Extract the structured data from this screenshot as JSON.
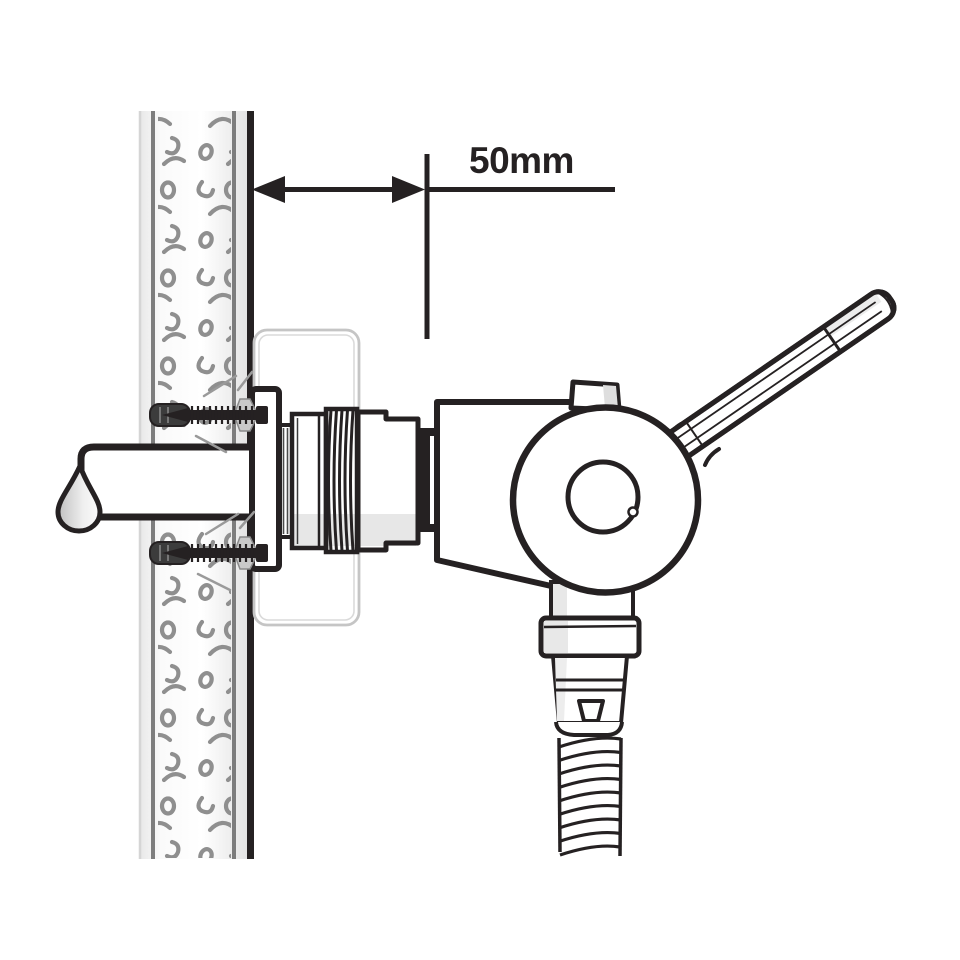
{
  "figure": {
    "type": "installation-diagram",
    "subject": "shower-mixer-valve-wall-mounting",
    "dimension_label": "50mm"
  },
  "colors": {
    "background": "#ffffff",
    "outline": "#252122",
    "wall_texture": "#8f8f8f",
    "wall_shade": "#e0e0e0",
    "component_shade": "#e7e7e7",
    "wall_plug": "#3c3c3c",
    "washer": "#c9c9c9",
    "backplate_outline": "#c5c5c5",
    "crack_lines": "#9a9a9a"
  },
  "parts": [
    "wall",
    "wall-texture",
    "fixing-screw-top",
    "fixing-screw-bottom",
    "wall-plug-top",
    "wall-plug-bottom",
    "supply-pipe",
    "water-drop",
    "recess-backplate",
    "wall-flange",
    "knurled-ring",
    "connector-body",
    "threaded-section",
    "adapter-nut",
    "union-ring",
    "valve-body",
    "valve-face",
    "control-spindle",
    "top-port",
    "lever-handle",
    "outlet-neck",
    "outlet-nut",
    "outlet-connector",
    "outlet-tab",
    "shower-hose",
    "dimension-arrow",
    "dimension-extension-line"
  ]
}
